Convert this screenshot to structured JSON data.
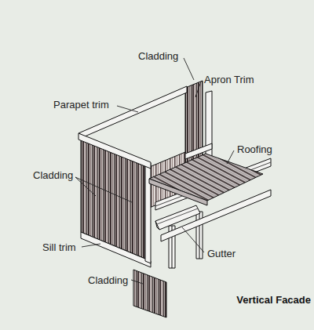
{
  "diagram": {
    "title": "Vertical Facade",
    "labels": [
      "Cladding",
      "Apron Trim",
      "Parapet trim",
      "Roofing",
      "Cladding",
      "Sill trim",
      "Gutter",
      "Cladding"
    ]
  }
}
